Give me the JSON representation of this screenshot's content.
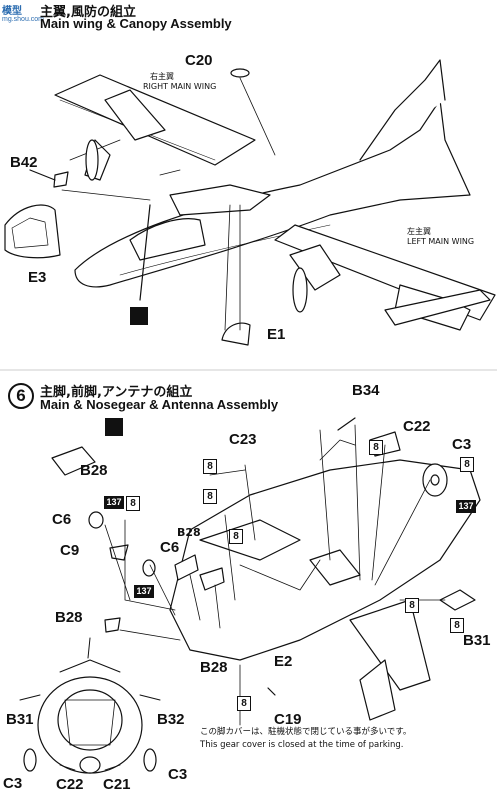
{
  "watermark": {
    "logo": "模型",
    "site": "mg.shou.com"
  },
  "step5": {
    "title_jp": "主翼,風防の組立",
    "title_en": "Main wing & Canopy Assembly",
    "right_wing_jp": "右主翼",
    "right_wing_en": "RIGHT MAIN WING",
    "left_wing_jp": "左主翼",
    "left_wing_en": "LEFT MAIN WING",
    "parts": {
      "c20": "C20",
      "b42": "B42",
      "e3": "E3",
      "e1": "E1"
    }
  },
  "step6": {
    "number": "6",
    "title_jp": "主脚,前脚,アンテナの組立",
    "title_en": "Main & Nosegear & Antenna Assembly",
    "parts": {
      "b34": "B34",
      "c22": "C22",
      "c3": "C3",
      "c23": "C23",
      "b28": "B28",
      "c6": "C6",
      "c9": "C9",
      "b31": "B31",
      "e2": "E2",
      "c19": "C19",
      "b32": "B32",
      "c21": "C21"
    },
    "badge_8": "8",
    "badge_137": "137",
    "note_jp": "この脚カバーは、駐機状態で閉じている事が多いです。",
    "note_en": "This gear cover is closed at the time of parking."
  },
  "front_view_labels": {
    "b31": "B31",
    "b32": "B32",
    "c3a": "C3",
    "c22": "C22",
    "c21": "C21",
    "c3b": "C3"
  }
}
